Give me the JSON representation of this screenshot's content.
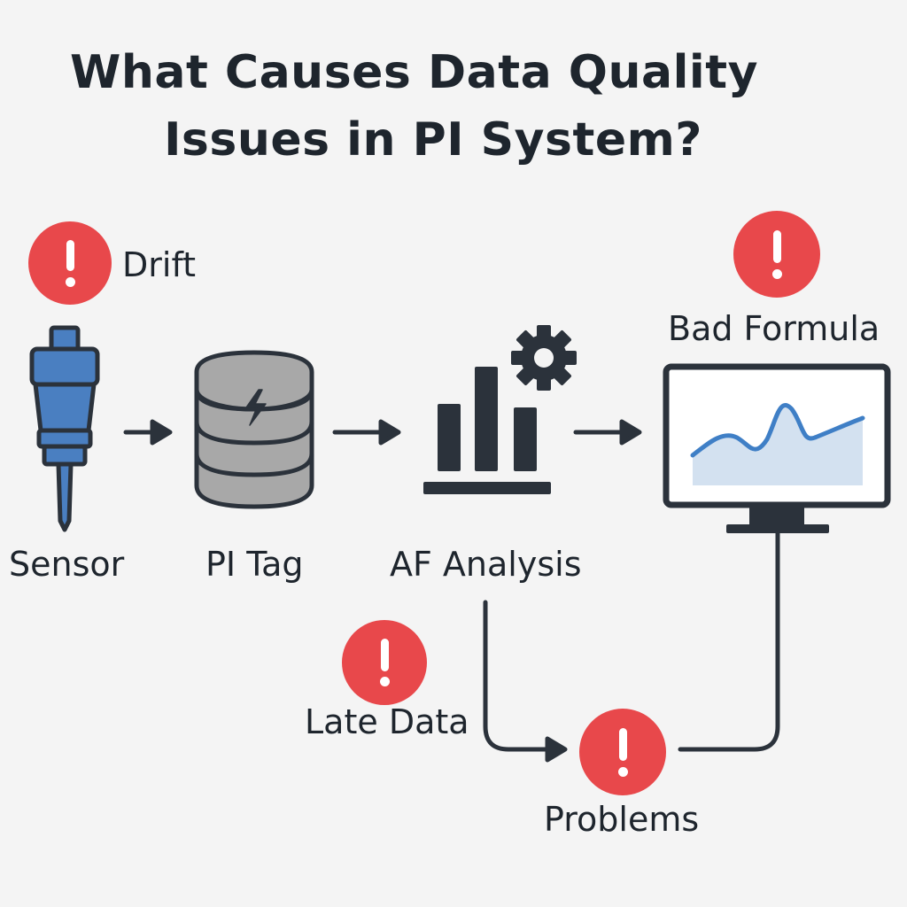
{
  "title": {
    "line1": "What Causes Data Quality",
    "line2": "Issues in PI System?"
  },
  "nodes": {
    "sensor": "Sensor",
    "pi_tag": "PI Tag",
    "af_analysis": "AF Analysis"
  },
  "issues": {
    "drift": "Drift",
    "bad_formula": "Bad Formula",
    "late_data": "Late Data",
    "problems": "Problems"
  },
  "icons": {
    "sensor": "sensor-probe-icon",
    "pi_tag": "database-bolt-icon",
    "af_analysis": "bar-chart-gear-icon",
    "display": "monitor-line-chart-icon",
    "alert": "exclamation-alert-icon",
    "arrow": "arrow-right-icon"
  },
  "colors": {
    "alert": "#e8484b",
    "sensor_blue": "#4a7fc1",
    "database_gray": "#a8a8a8",
    "dark": "#2b323b",
    "chart_line": "#3f7fc6",
    "chart_fill": "#d3e1f0",
    "background": "#f4f4f4"
  }
}
